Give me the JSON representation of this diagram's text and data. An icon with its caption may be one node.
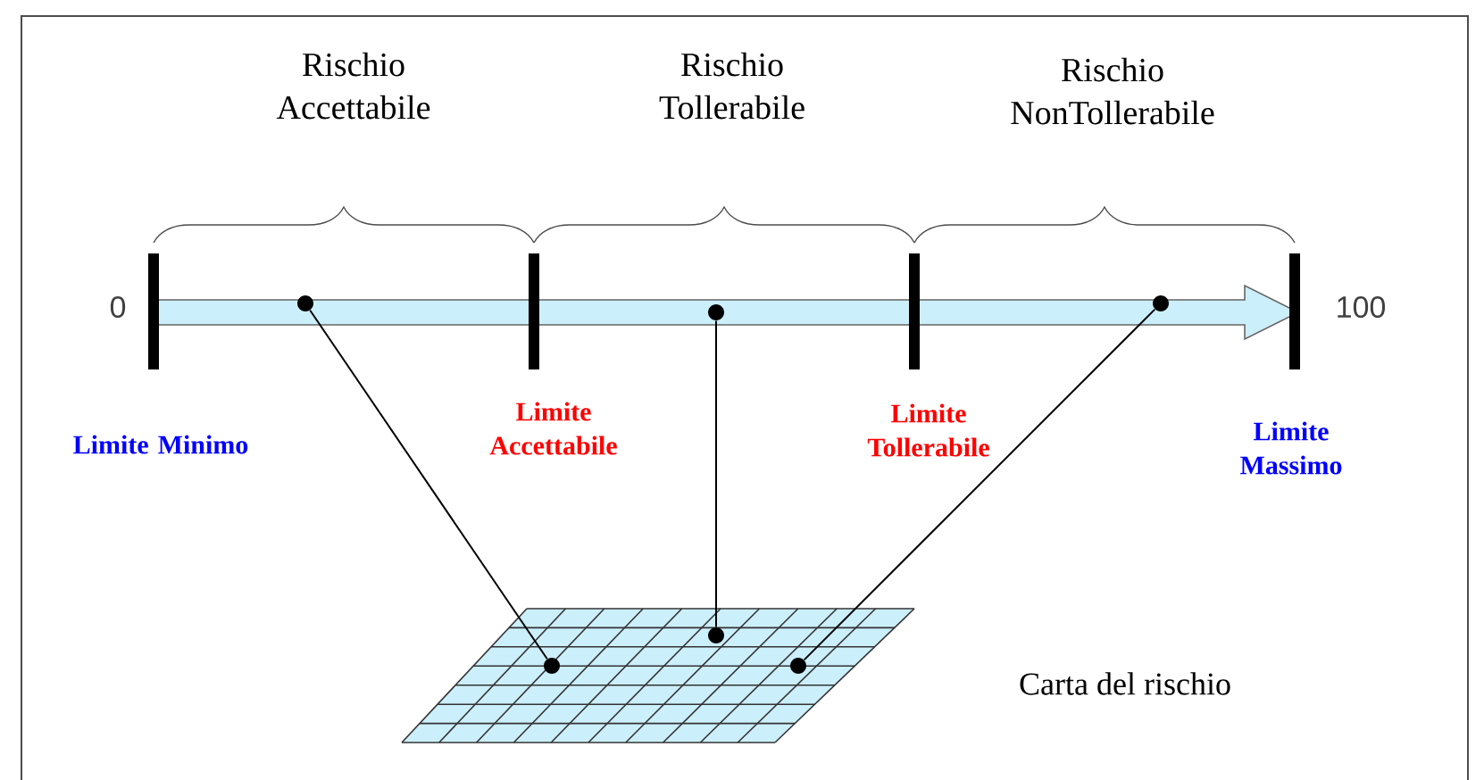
{
  "diagram": {
    "nodes": [
      {
        "text": [],
        "shape": "circle"
      },
      {
        "text": [],
        "shape": "circle"
      },
      {
        "text": [],
        "shape": "circle"
      },
      {
        "text": [],
        "shape": "circle"
      },
      {
        "text": [],
        "shape": "circle"
      },
      {
        "text": [],
        "shape": "circle"
      }
    ],
    "edges": [
      {
        "from": 0,
        "to": 3,
        "arrow": "none"
      },
      {
        "from": 1,
        "to": 4,
        "arrow": "none"
      },
      {
        "from": 2,
        "to": 5,
        "arrow": "none"
      }
    ],
    "labels": [
      "Rischio Accettabile",
      "Rischio Tollerabile",
      "Rischio NonTollerabile",
      "0",
      "100",
      "Limite Minimo",
      "Limite Accettabile",
      "Limite Tollerabile",
      "Limite Massimo",
      "Carta del rischio"
    ]
  }
}
